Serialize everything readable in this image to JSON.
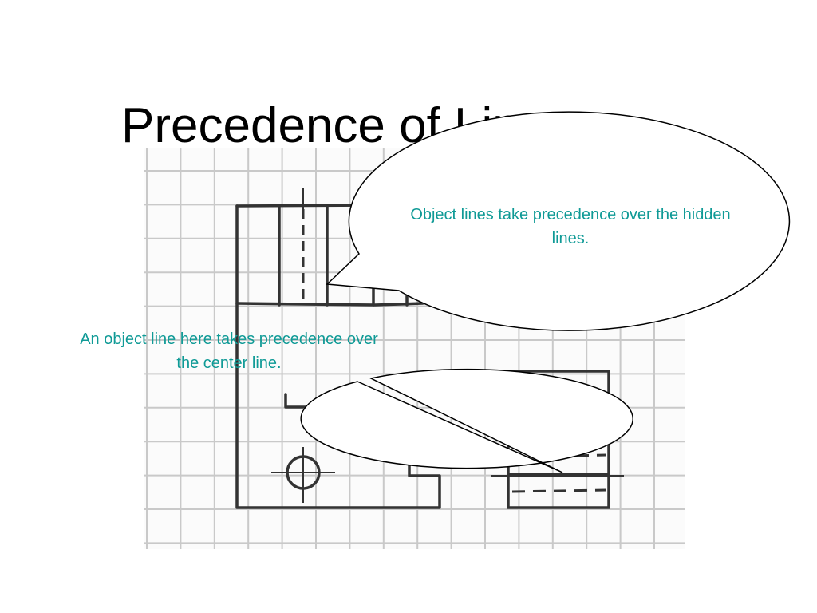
{
  "slide": {
    "title": "Precedence of Lines"
  },
  "callouts": {
    "top": "Object lines take precedence over the hidden lines.",
    "left": "An object line here takes precedence over the center line."
  },
  "colors": {
    "background": "#ffffff",
    "title_text": "#000000",
    "callout_text": "#0f9a96",
    "grid_line": "#c9c9c9",
    "sketch_line": "#333333"
  }
}
